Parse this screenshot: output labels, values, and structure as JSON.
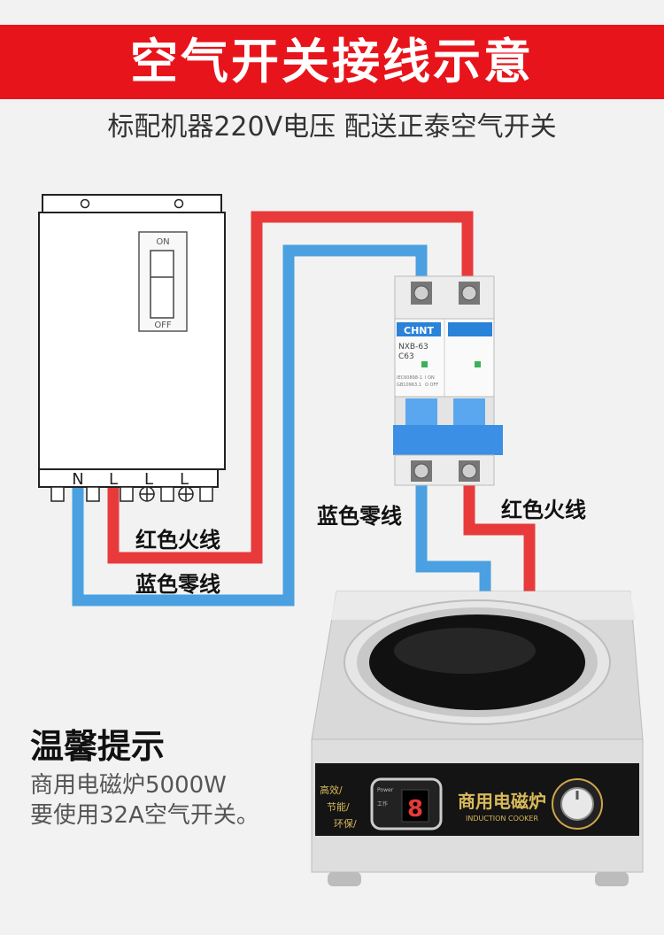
{
  "header": {
    "title": "空气开关接线示意",
    "subtitle": "标配机器220V电压 配送正泰空气开关"
  },
  "box": {
    "switch_on": "ON",
    "switch_off": "OFF",
    "terminals": [
      "N",
      "L",
      "L",
      "L"
    ]
  },
  "breaker": {
    "brand": "CHNT",
    "model": "NXB-63",
    "rating": "C63",
    "spec1": "IEC60898-1",
    "spec2": "GB10963.1",
    "on_label": "I ON",
    "off_label": "O OFF"
  },
  "labels": {
    "red_left": "红色火线",
    "blue_left": "蓝色零线",
    "blue_right": "蓝色零线",
    "red_right": "红色火线"
  },
  "tip": {
    "title": "温馨提示",
    "line1": "商用电磁炉5000W",
    "line2": "要使用32A空气开关。"
  },
  "cooker": {
    "brand": "商用电磁炉",
    "brand_en": "INDUCTION COOKER",
    "side_labels": [
      "高效/",
      "节能/",
      "环保/"
    ],
    "display_digit": "8",
    "power_label": "Power",
    "work_label": "工作"
  },
  "colors": {
    "banner": "#e8141b",
    "red_wire": "#e83a3a",
    "blue_wire": "#4aa0e0"
  }
}
